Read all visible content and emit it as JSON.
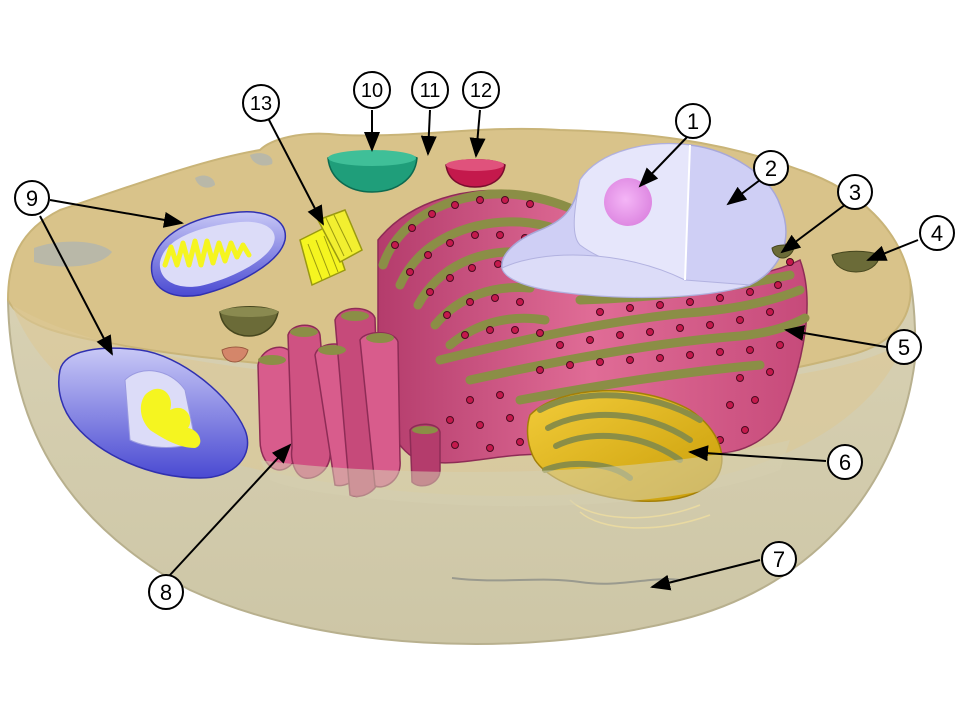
{
  "diagram": {
    "colors": {
      "cytoplasm": "#d9c38a",
      "membrane": "#c9c0a0",
      "lower_body": "#d6cfb0",
      "er_pink": "#d65c8c",
      "er_dark": "#a03462",
      "er_green": "#8b8e46",
      "nucleus": "#d3d3f7",
      "nucleolus": "#ee9cf0",
      "golgi": "#e3b915",
      "mito_blue": "#5050d0",
      "mito_yellow": "#f5f520",
      "vesicle_green": "#1f9e7a",
      "vesicle_red": "#c4194c",
      "vacuole_olive": "#6b6b38"
    },
    "labels": [
      {
        "id": "label-1",
        "text": "1"
      },
      {
        "id": "label-2",
        "text": "2"
      },
      {
        "id": "label-3",
        "text": "3"
      },
      {
        "id": "label-4",
        "text": "4"
      },
      {
        "id": "label-5",
        "text": "5"
      },
      {
        "id": "label-6",
        "text": "6"
      },
      {
        "id": "label-7",
        "text": "7"
      },
      {
        "id": "label-8",
        "text": "8"
      },
      {
        "id": "label-9",
        "text": "9"
      },
      {
        "id": "label-10",
        "text": "10"
      },
      {
        "id": "label-11",
        "text": "11"
      },
      {
        "id": "label-12",
        "text": "12"
      },
      {
        "id": "label-13",
        "text": "13"
      }
    ]
  }
}
